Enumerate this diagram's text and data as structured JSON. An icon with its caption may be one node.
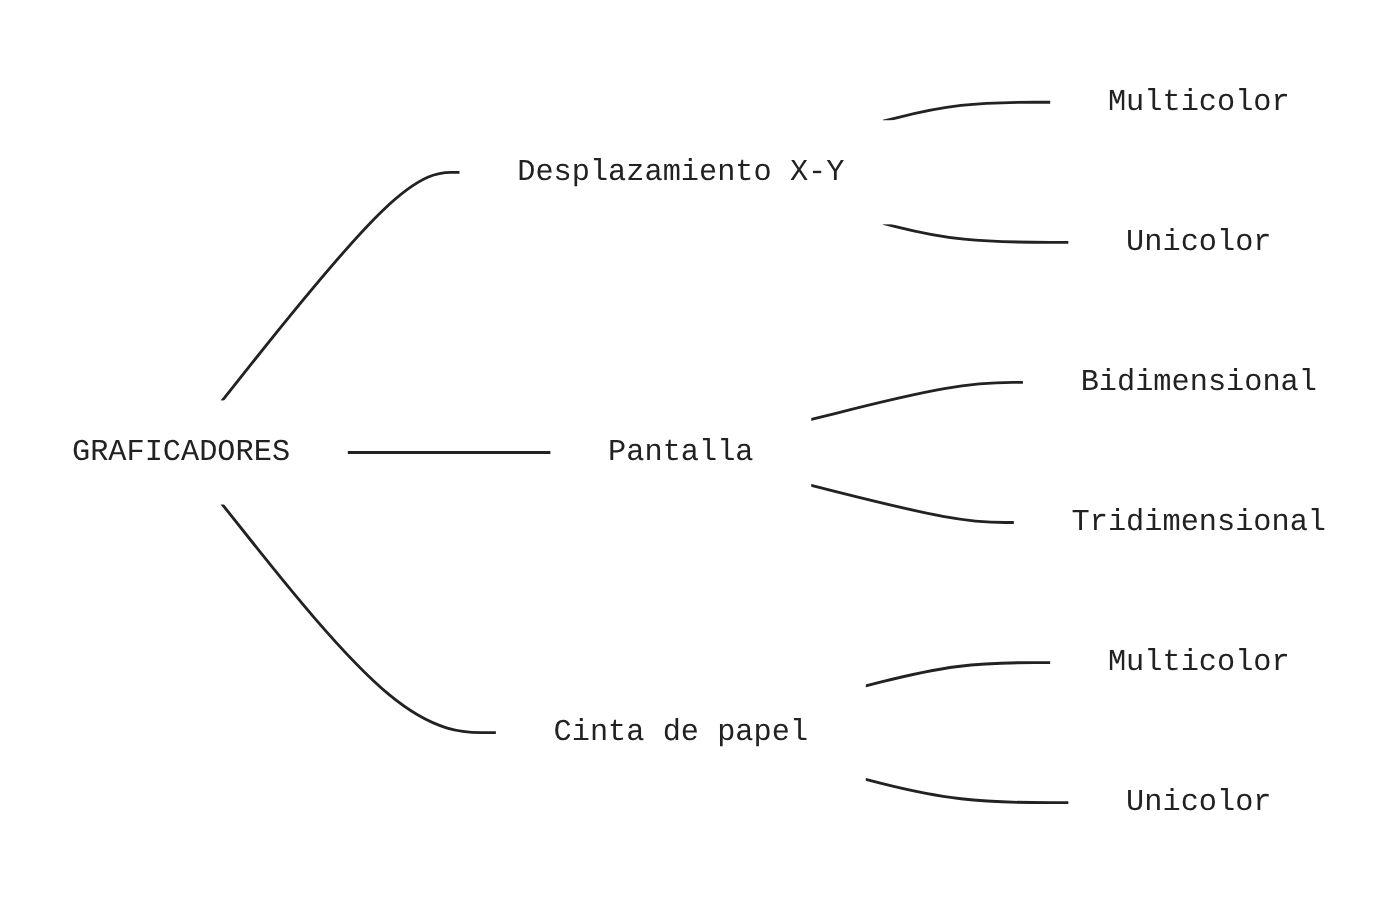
{
  "diagram": {
    "nodes": [
      {
        "text": [
          "GRAFICADORES"
        ]
      },
      {
        "text": [
          "Desplazamiento X-Y"
        ]
      },
      {
        "text": [
          "Pantalla"
        ]
      },
      {
        "text": [
          "Cinta de papel"
        ]
      },
      {
        "text": [
          "Multicolor"
        ]
      },
      {
        "text": [
          "Unicolor"
        ]
      },
      {
        "text": [
          "Bidimensional"
        ]
      },
      {
        "text": [
          "Tridimensional"
        ]
      },
      {
        "text": [
          "Multicolor"
        ]
      },
      {
        "text": [
          "Unicolor"
        ]
      }
    ],
    "edges": [
      {
        "from": 0,
        "to": 1,
        "arrow": "none"
      },
      {
        "from": 0,
        "to": 2,
        "arrow": "none"
      },
      {
        "from": 0,
        "to": 3,
        "arrow": "none"
      },
      {
        "from": 1,
        "to": 4,
        "arrow": "none"
      },
      {
        "from": 1,
        "to": 5,
        "arrow": "none"
      },
      {
        "from": 2,
        "to": 6,
        "arrow": "none"
      },
      {
        "from": 2,
        "to": 7,
        "arrow": "none"
      },
      {
        "from": 3,
        "to": 8,
        "arrow": "none"
      },
      {
        "from": 3,
        "to": 9,
        "arrow": "none"
      }
    ]
  }
}
